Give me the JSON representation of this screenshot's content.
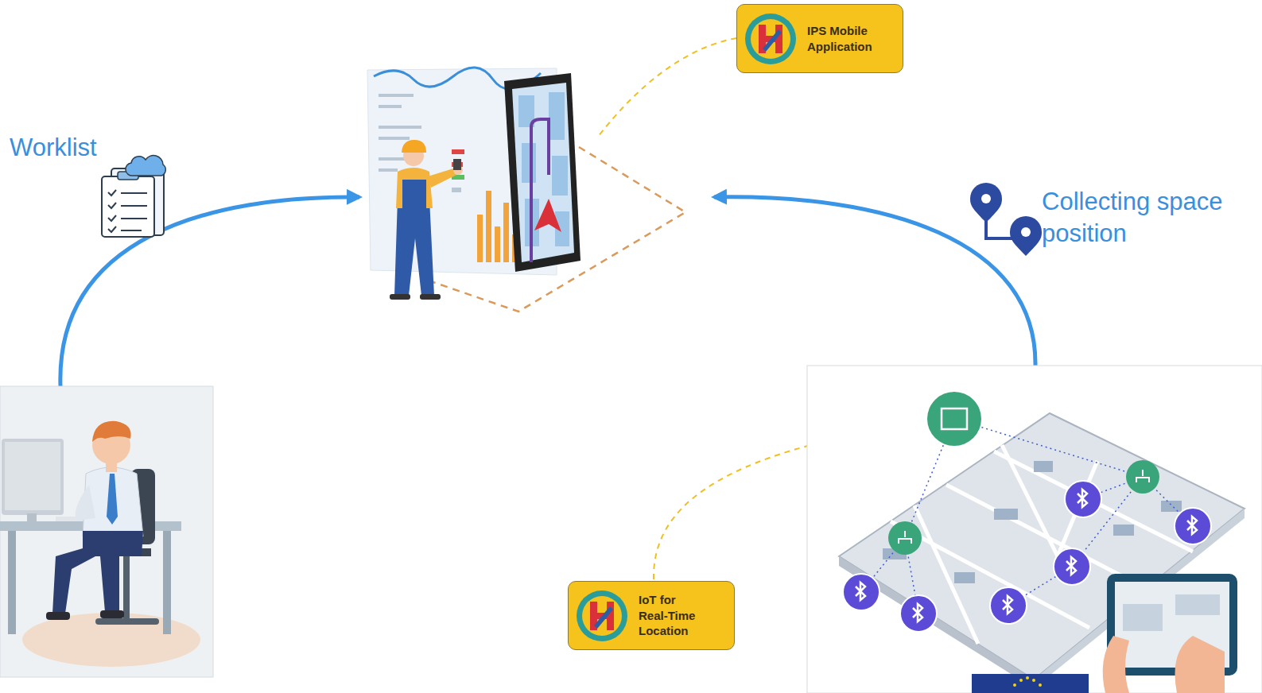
{
  "diagram": {
    "nodes": [
      {
        "text": [
          "IPS Mobile Application"
        ]
      },
      {
        "text": [
          "IoT for Real-Time Location"
        ]
      }
    ],
    "labels": [
      "Worklist",
      "Collecting space position"
    ]
  }
}
